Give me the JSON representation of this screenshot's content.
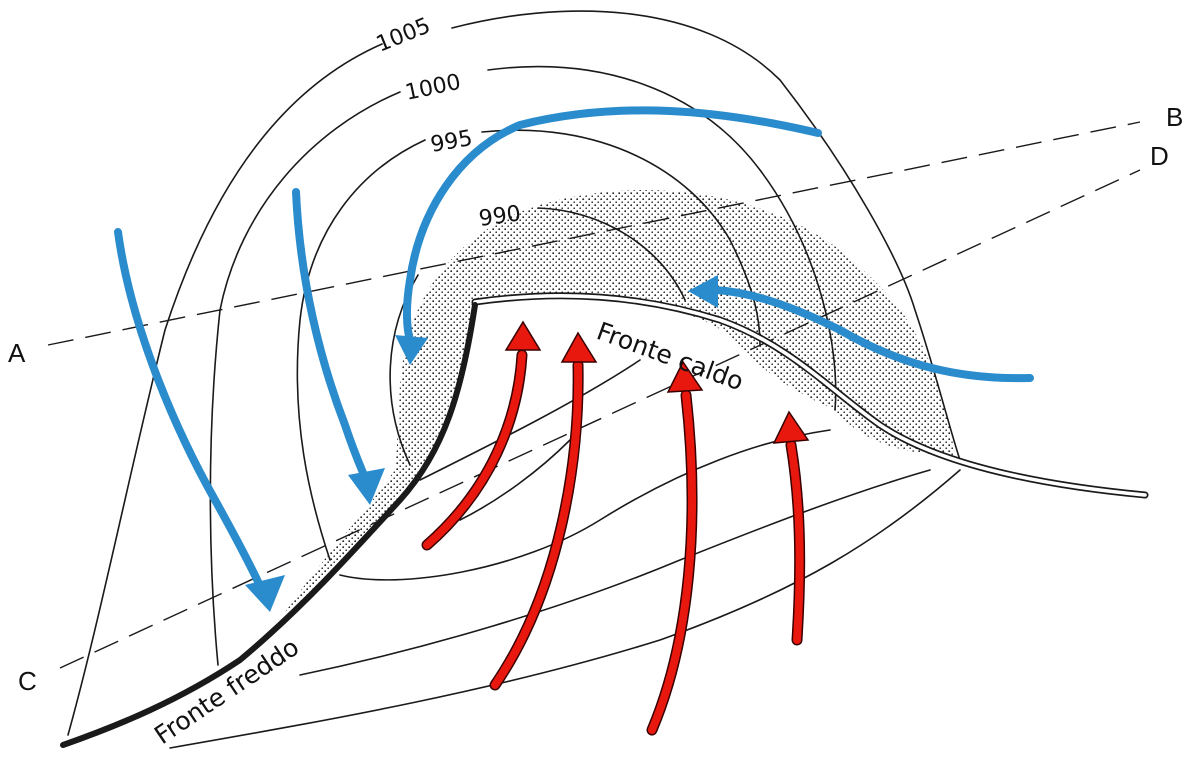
{
  "isobars": {
    "p1005": "1005",
    "p1000": "1000",
    "p995": "995",
    "p990": "990"
  },
  "sections": {
    "a": "A",
    "b": "B",
    "c": "C",
    "d": "D"
  },
  "fronts": {
    "cold_label": "Fronte freddo",
    "warm_label": "Fronte caldo"
  },
  "colors": {
    "cold_air_arrow": "#2a8ccd",
    "warm_air_arrow": "#e8180e",
    "precipitation_stipple": "#1a1a1a"
  },
  "icons": {
    "cold_air": "blue-arrow",
    "warm_air": "red-arrow"
  }
}
